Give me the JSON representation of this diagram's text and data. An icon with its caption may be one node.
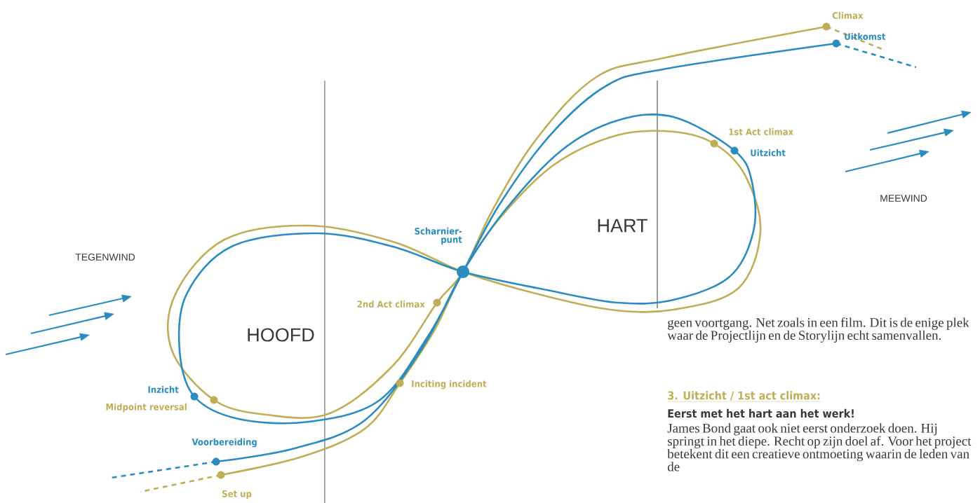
{
  "diagram": {
    "labels": [
      "Climax",
      "Uitkomst",
      "1st Act climax",
      "Uitzicht",
      "MEEWIND",
      "Scharnier- punt",
      "HART",
      "TEGENWIND",
      "2nd Act climax",
      "HOOFD",
      "geen voortgang. Net zoals in een film. Dit is de enige plek waar de Projectlijn en de Storylijn echt samenvallen.",
      "Inciting incident",
      "Inzicht",
      "Midpoint reversal",
      "3. Uitzicht / 1st act climax:",
      "Eerst met het hart aan het werk!",
      "James Bond gaat ook niet eerst onderzoek doen. Hij springt in het diepe. Recht op zijn doel af. Voor het project betekent dit een creatieve ontmoeting waarin de leden van de",
      "Voorbereiding",
      "Set up"
    ]
  }
}
